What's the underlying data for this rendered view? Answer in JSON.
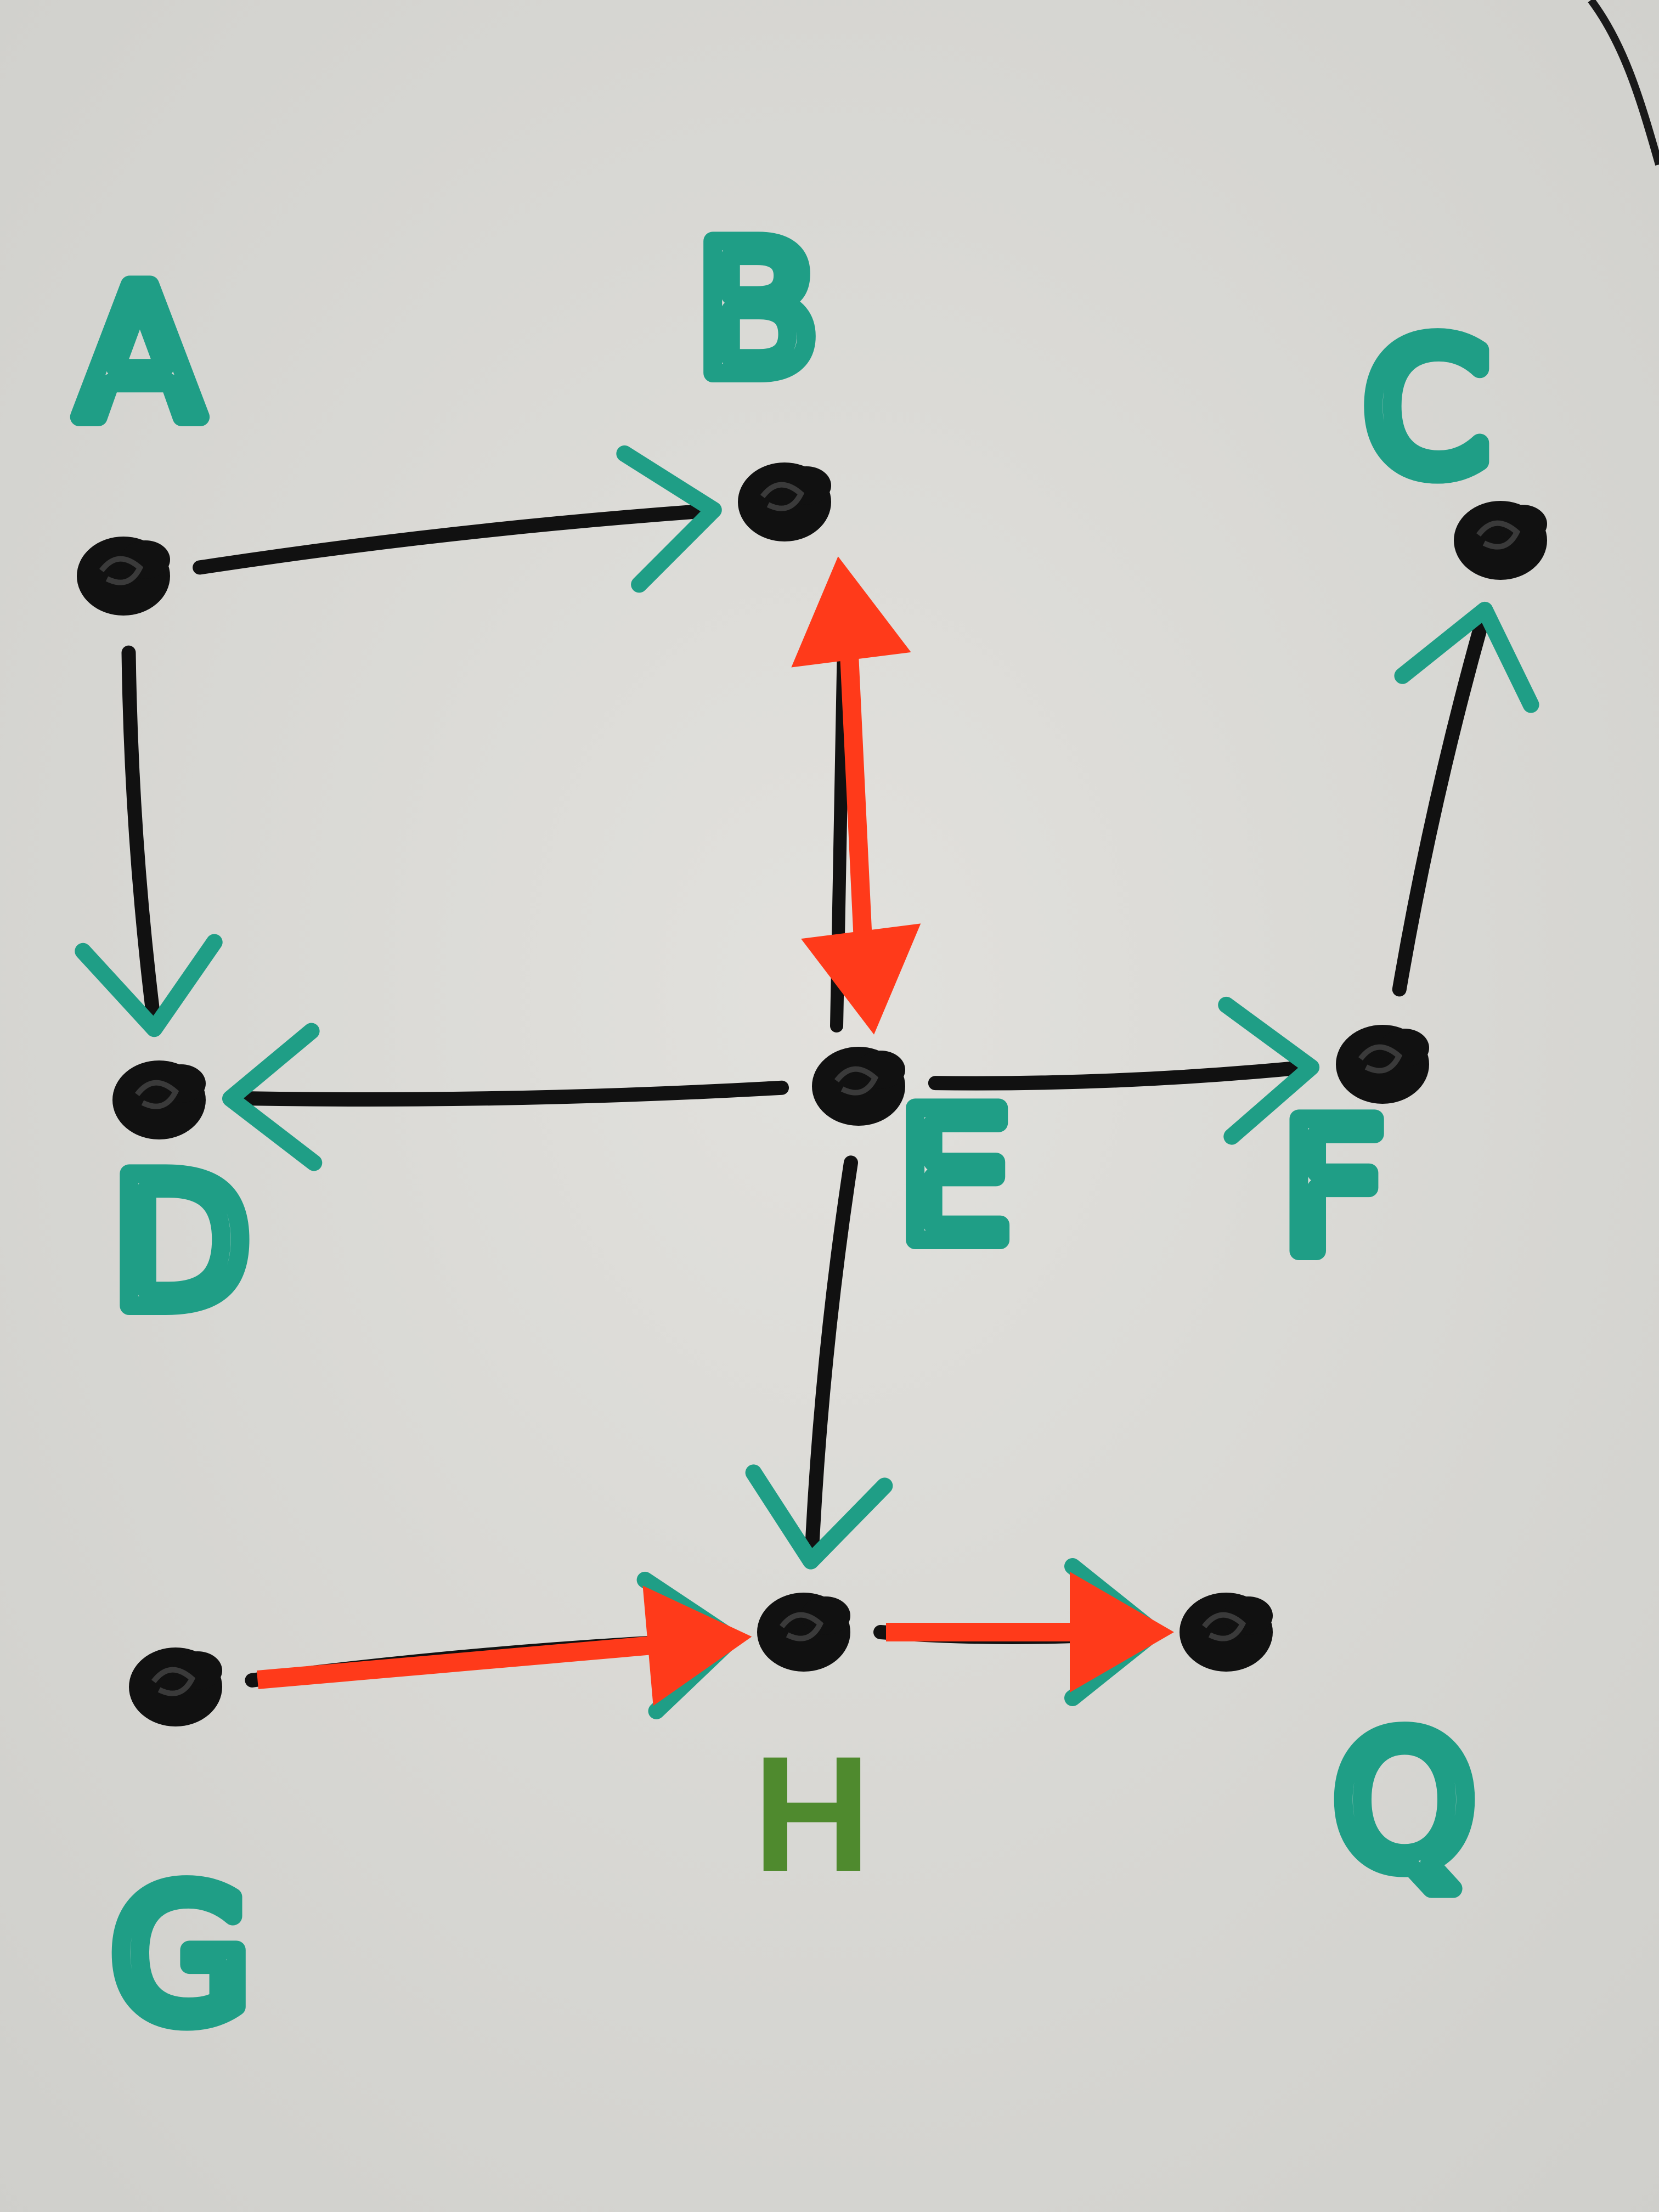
{
  "nodes": [
    {
      "id": "A",
      "label": "A"
    },
    {
      "id": "B",
      "label": "B"
    },
    {
      "id": "C",
      "label": "C"
    },
    {
      "id": "D",
      "label": "D"
    },
    {
      "id": "E",
      "label": "E"
    },
    {
      "id": "F",
      "label": "F"
    },
    {
      "id": "G",
      "label": "G"
    },
    {
      "id": "H",
      "label": "H"
    },
    {
      "id": "Q",
      "label": "Q"
    }
  ],
  "edges": [
    {
      "from": "A",
      "to": "B",
      "kind": "directed"
    },
    {
      "from": "A",
      "to": "D",
      "kind": "directed"
    },
    {
      "from": "E",
      "to": "D",
      "kind": "directed"
    },
    {
      "from": "E",
      "to": "F",
      "kind": "directed"
    },
    {
      "from": "F",
      "to": "C",
      "kind": "directed"
    },
    {
      "from": "E",
      "to": "H",
      "kind": "directed"
    },
    {
      "from": "G",
      "to": "H",
      "kind": "directed"
    },
    {
      "from": "H",
      "to": "Q",
      "kind": "directed"
    }
  ],
  "highlighted_edges": [
    {
      "from": "B",
      "to": "E",
      "kind": "bidirectional"
    },
    {
      "from": "G",
      "to": "H",
      "kind": "directed"
    },
    {
      "from": "H",
      "to": "Q",
      "kind": "directed"
    }
  ],
  "colors": {
    "board": "#d9d8d4",
    "ink_node": "#111111",
    "ink_label": "#1f9e86",
    "highlight": "#ff3a1a",
    "typed_label": "#4f8a2e"
  }
}
